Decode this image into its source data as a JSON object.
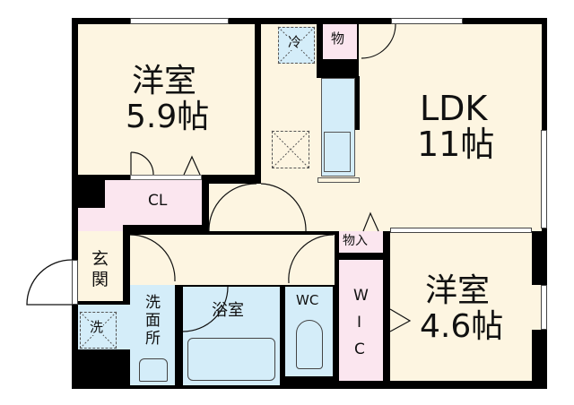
{
  "floorplan": {
    "rooms": [
      {
        "id": "western-room-1",
        "name": "洋室",
        "size": "5.9帖"
      },
      {
        "id": "ldk",
        "name": "LDK",
        "size": "11帖"
      },
      {
        "id": "western-room-2",
        "name": "洋室",
        "size": "4.6帖"
      }
    ],
    "labels": {
      "closet": "CL",
      "entrance_line1": "玄",
      "entrance_line2": "関",
      "washroom_line1": "洗",
      "washroom_line2": "面",
      "washroom_line3": "所",
      "bathroom": "浴室",
      "toilet": "WC",
      "storage_small": "物",
      "storage": "物入",
      "wic_w": "W",
      "wic_i": "I",
      "wic_c": "C",
      "fridge": "冷",
      "washer": "洗"
    },
    "colors": {
      "living": "#fdf5e1",
      "storage": "#fbe6ef",
      "wet": "#d4edf9",
      "wall": "#000000"
    }
  }
}
